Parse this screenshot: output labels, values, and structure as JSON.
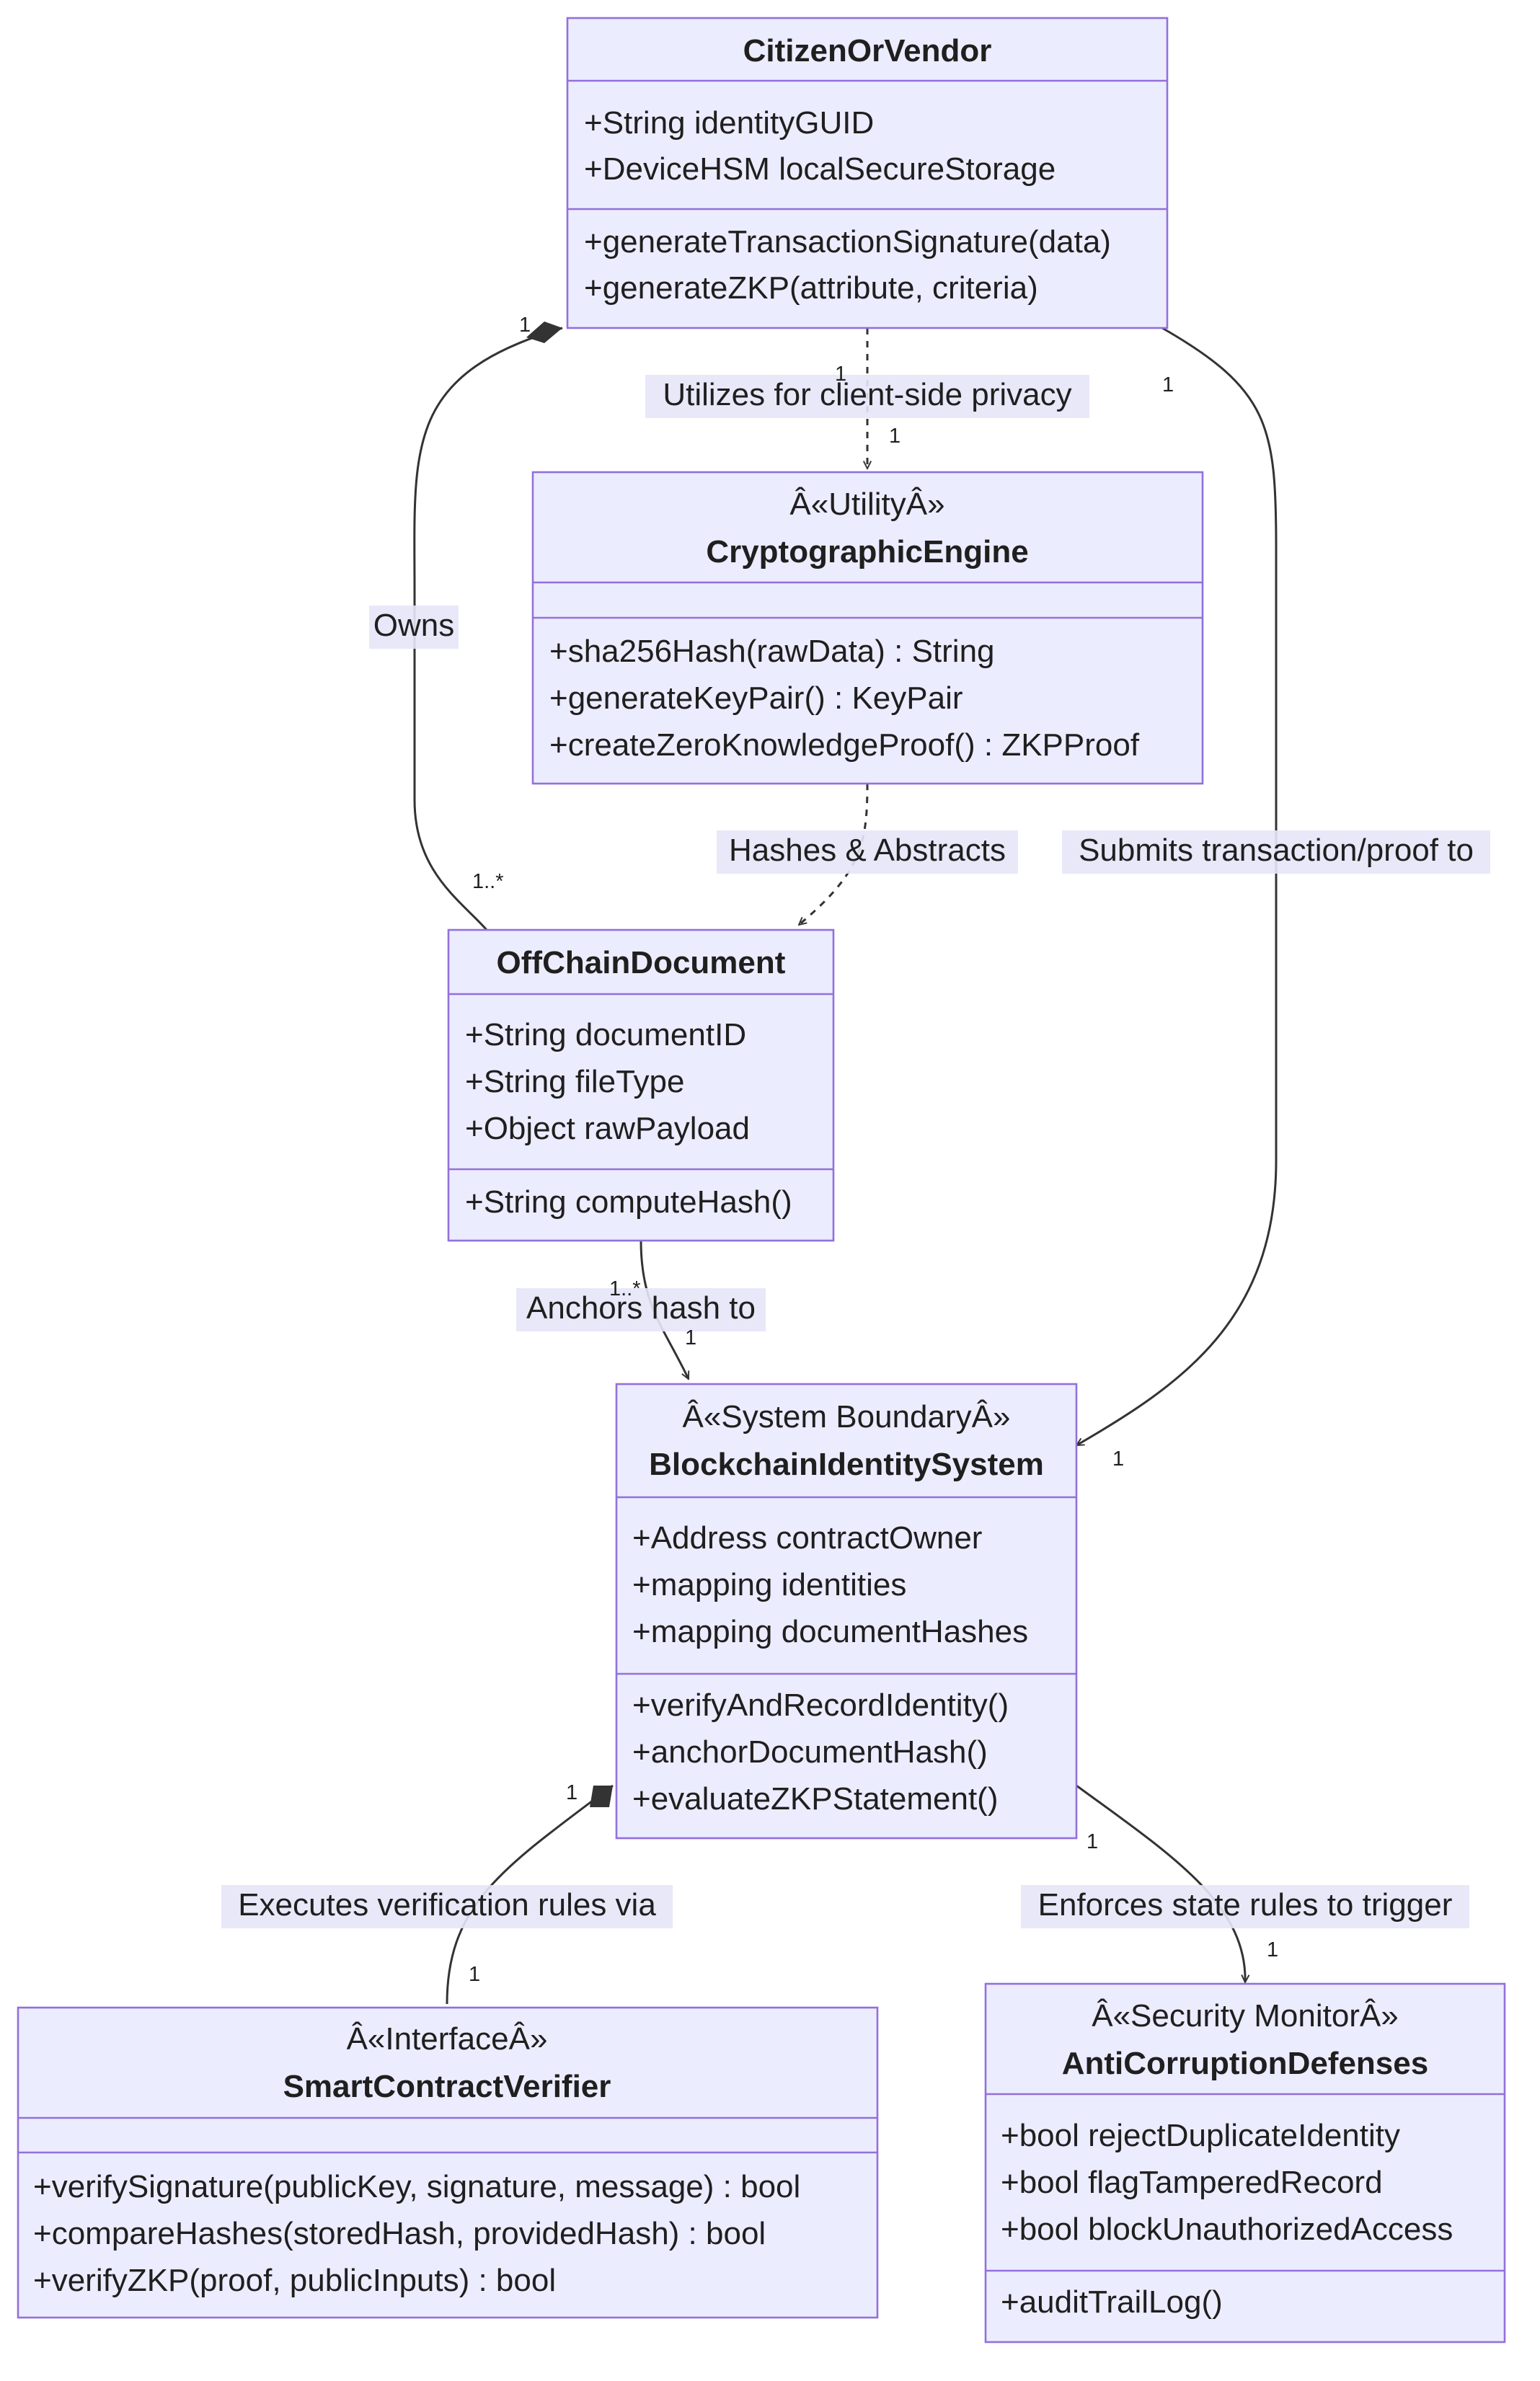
{
  "classes": {
    "citizen": {
      "name": "CitizenOrVendor",
      "attributes": [
        "+String identityGUID",
        "+DeviceHSM localSecureStorage"
      ],
      "methods": [
        "+generateTransactionSignature(data)",
        "+generateZKP(attribute, criteria)"
      ]
    },
    "crypto": {
      "stereotype": "Â«UtilityÂ»",
      "name": "CryptographicEngine",
      "methods": [
        "+sha256Hash(rawData) : String",
        "+generateKeyPair() : KeyPair",
        "+createZeroKnowledgeProof() : ZKPProof"
      ]
    },
    "offchain": {
      "name": "OffChainDocument",
      "attributes": [
        "+String documentID",
        "+String fileType",
        "+Object rawPayload"
      ],
      "methods": [
        "+String computeHash()"
      ]
    },
    "blockchain": {
      "stereotype": "Â«System BoundaryÂ»",
      "name": "BlockchainIdentitySystem",
      "attributes": [
        "+Address contractOwner",
        "+mapping identities",
        "+mapping documentHashes"
      ],
      "methods": [
        "+verifyAndRecordIdentity()",
        "+anchorDocumentHash()",
        "+evaluateZKPStatement()"
      ]
    },
    "verifier": {
      "stereotype": "Â«InterfaceÂ»",
      "name": "SmartContractVerifier",
      "methods": [
        "+verifySignature(publicKey, signature, message) : bool",
        "+compareHashes(storedHash, providedHash) : bool",
        "+verifyZKP(proof, publicInputs) : bool"
      ]
    },
    "anti": {
      "stereotype": "Â«Security MonitorÂ»",
      "name": "AntiCorruptionDefenses",
      "attributes": [
        "+bool rejectDuplicateIdentity",
        "+bool flagTamperedRecord",
        "+bool blockUnauthorizedAccess"
      ],
      "methods": [
        "+auditTrailLog()"
      ]
    }
  },
  "relations": {
    "utilizes": {
      "label": "Utilizes for client-side privacy",
      "from_mult": "1",
      "to_mult": "1"
    },
    "owns": {
      "label": "Owns",
      "from_mult": "1",
      "to_mult": "1..*"
    },
    "submits": {
      "label": "Submits transaction/proof to",
      "from_mult": "1",
      "to_mult": "1"
    },
    "hashes": {
      "label": "Hashes & Abstracts"
    },
    "anchors": {
      "label": "Anchors hash to",
      "from_mult": "1..*",
      "to_mult": "1"
    },
    "executes": {
      "label": "Executes verification rules via",
      "from_mult": "1",
      "to_mult": "1"
    },
    "enforces": {
      "label": "Enforces state rules to trigger",
      "from_mult": "1",
      "to_mult": "1"
    }
  },
  "colors": {
    "fill": "#ECECFF",
    "stroke": "#9370DB",
    "edge": "#333333"
  }
}
